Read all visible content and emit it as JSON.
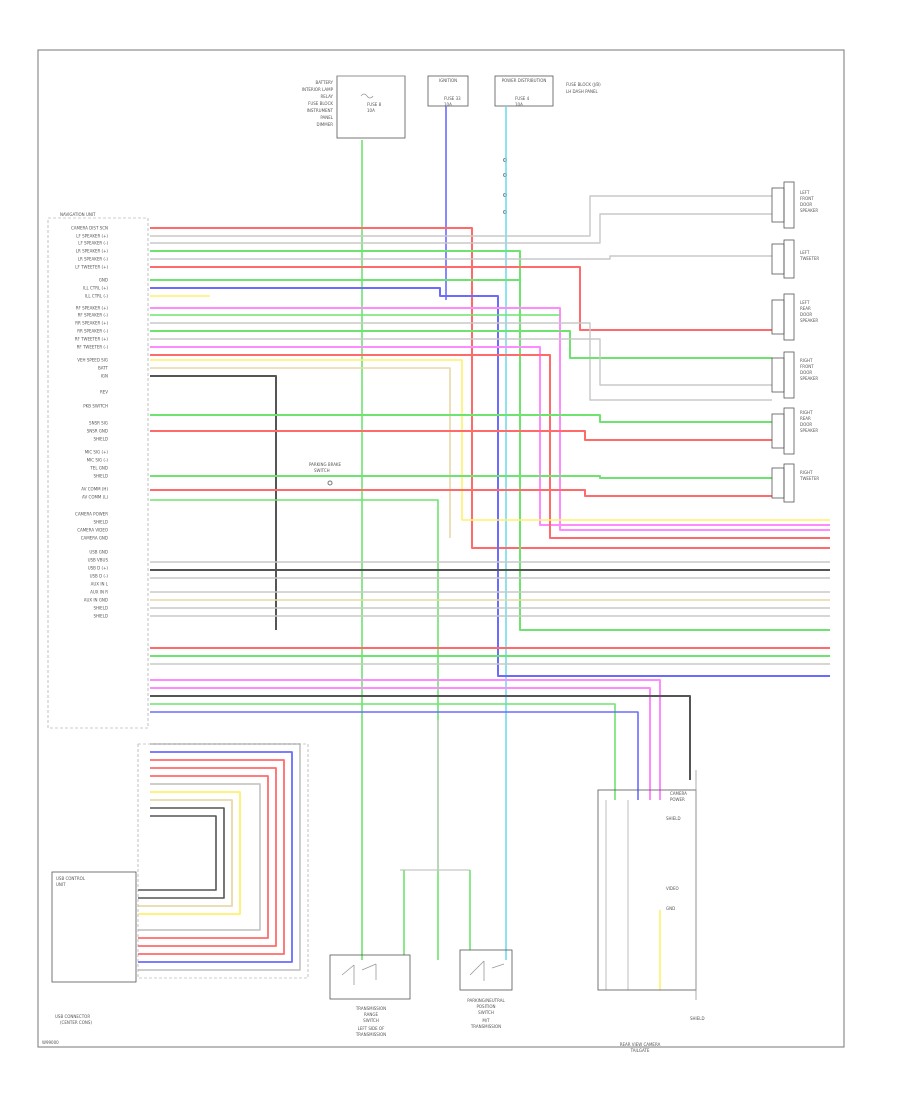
{
  "page": {
    "footer_code": "W99000"
  },
  "head_unit": {
    "title": "NAVIGATION UNIT",
    "pin_labels": [
      "CAMERA DIST SCN",
      "LF SPEAKER (+)",
      "LF SPEAKER (-)",
      "LR SPEAKER (+)",
      "LR SPEAKER (-)",
      "LF TWEETER (+)",
      "GND",
      "ILL CTRL (+)",
      "ILL CTRL (-)",
      "RF SPEAKER (+)",
      "RF SPEAKER (-)",
      "RR SPEAKER (+)",
      "RR SPEAKER (-)",
      "RF TWEETER (+)",
      "RF TWEETER (-)",
      "VEH SPEED SIG",
      "BATT",
      "IGN",
      "REV",
      "PKB SWITCH",
      "SNSR SIG",
      "SNSR GND",
      "SHIELD",
      "MIC SIG (+)",
      "MIC SIG (-)",
      "TEL GND",
      "SHIELD",
      "AV COMM (H)",
      "AV COMM (L)",
      "CAMERA POWER",
      "SHIELD",
      "CAMERA VIDEO",
      "CAMERA GND",
      "USB GND",
      "USB VBUS",
      "USB D (+)",
      "USB D (-)",
      "AUX IN L",
      "AUX IN R",
      "AUX IN GND",
      "SHIELD",
      "SHIELD"
    ]
  },
  "fuses": [
    {
      "line1": "FUSE 8",
      "line2": "10A",
      "caption_lines": [
        "BATTERY",
        "INTERIOR LAMP",
        "RELAY",
        "FUSE BLOCK",
        "INSTRUMENT",
        "PANEL",
        "DIMMER"
      ]
    },
    {
      "line1": "FUSE 33",
      "line2": "10A",
      "caption_lines": [
        "IGNITION"
      ]
    },
    {
      "line1": "FUSE 4",
      "line2": "10A",
      "caption_lines": [
        "POWER DISTRIBUTION"
      ]
    }
  ],
  "fuse_block_note": [
    "FUSE BLOCK (J/B)",
    "LH DASH PANEL"
  ],
  "speakers": [
    {
      "name": [
        "LEFT",
        "FRONT",
        "DOOR",
        "SPEAKER"
      ]
    },
    {
      "name": [
        "LEFT",
        "TWEETER"
      ]
    },
    {
      "name": [
        "LEFT",
        "REAR",
        "DOOR",
        "SPEAKER"
      ]
    },
    {
      "name": [
        "RIGHT",
        "FRONT",
        "DOOR",
        "SPEAKER"
      ]
    },
    {
      "name": [
        "RIGHT",
        "REAR",
        "DOOR",
        "SPEAKER"
      ]
    },
    {
      "name": [
        "RIGHT",
        "TWEETER"
      ]
    }
  ],
  "parking_brake": {
    "label": [
      "PARKING BRAKE",
      "SWITCH"
    ]
  },
  "usb_unit": {
    "title": [
      "USB CONTROL",
      "UNIT"
    ],
    "footer": [
      "USB CONNECTOR",
      "(CENTER CONS)"
    ]
  },
  "bottom_components": [
    {
      "name": [
        "TRANSMISSION",
        "RANGE",
        "SWITCH"
      ],
      "sub": [
        "LEFT SIDE OF",
        "TRANSMISSION"
      ]
    },
    {
      "name": [
        "PARKING/NEUTRAL",
        "POSITION",
        "SWITCH"
      ],
      "sub": [
        "M/T",
        "TRANSMISSION"
      ]
    },
    {
      "name": [
        "REAR VIEW CAMERA"
      ],
      "sub": [
        "TAILGATE"
      ]
    }
  ],
  "camera_labels": [
    "CAMERA",
    "POWER",
    "SHIELD",
    "VIDEO",
    "GND",
    "SHIELD"
  ],
  "wire_colors": {
    "red": "#ff6b6b",
    "green": "#6fe36f",
    "blue": "#6b6bff",
    "yellow": "#fff16b",
    "pink": "#ff8cff",
    "gray": "#8a8a8a",
    "lightgray": "#c8c8c8",
    "cyan": "#5fd7e6",
    "tan": "#e8d9a8",
    "darkgray": "#555555"
  }
}
